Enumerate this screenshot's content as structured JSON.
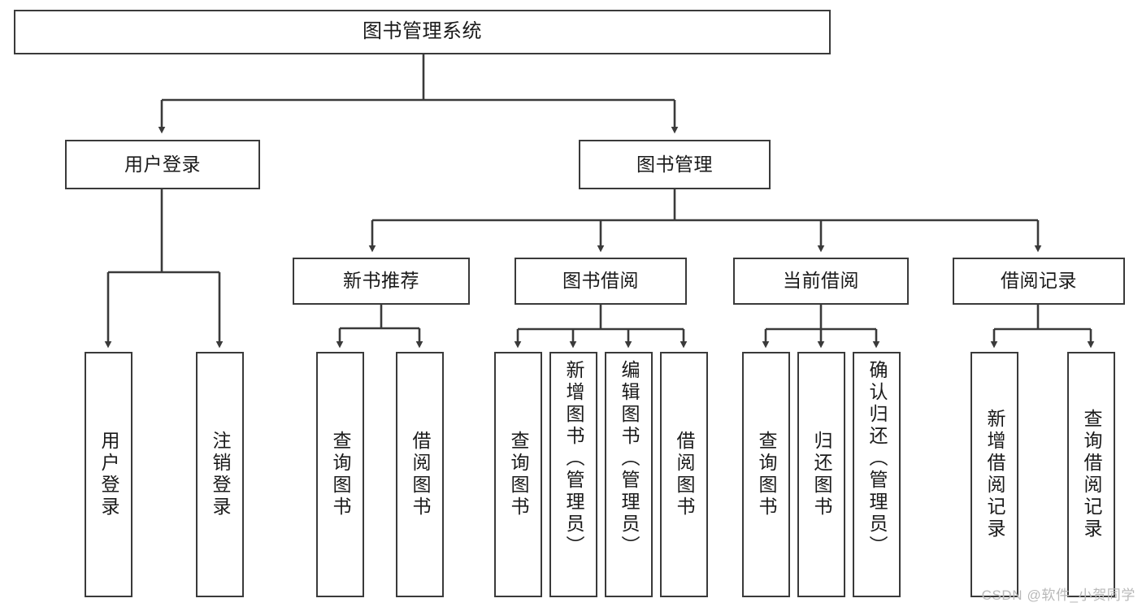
{
  "diagram": {
    "title": "图书管理系统",
    "type": "hierarchy-tree",
    "watermark": "CSDN @软件_小贺同学",
    "colors": {
      "box_border": "#3a3a3a",
      "box_fill": "#ffffff",
      "line": "#3a3a3a",
      "text": "#1a1a1a",
      "watermark": "#b9b9b9"
    },
    "root": {
      "label": "图书管理系统"
    },
    "level2": [
      {
        "id": "user-login",
        "label": "用户登录"
      },
      {
        "id": "book-management",
        "label": "图书管理"
      }
    ],
    "level3": [
      {
        "id": "new-book-recommend",
        "label": "新书推荐",
        "parent": "book-management"
      },
      {
        "id": "book-borrow",
        "label": "图书借阅",
        "parent": "book-management"
      },
      {
        "id": "current-borrow",
        "label": "当前借阅",
        "parent": "book-management"
      },
      {
        "id": "borrow-record",
        "label": "借阅记录",
        "parent": "book-management"
      }
    ],
    "leaves": {
      "user-login": [
        {
          "id": "leaf-user-login",
          "label": "用户登录"
        },
        {
          "id": "leaf-logout",
          "label": "注销登录"
        }
      ],
      "new-book-recommend": [
        {
          "id": "leaf-query-book-1",
          "label": "查询图书"
        },
        {
          "id": "leaf-borrow-book-1",
          "label": "借阅图书"
        }
      ],
      "book-borrow": [
        {
          "id": "leaf-query-book-2",
          "label": "查询图书"
        },
        {
          "id": "leaf-add-book",
          "label": "新增图书（管理员）"
        },
        {
          "id": "leaf-edit-book",
          "label": "编辑图书（管理员）"
        },
        {
          "id": "leaf-borrow-book-2",
          "label": "借阅图书"
        }
      ],
      "current-borrow": [
        {
          "id": "leaf-query-book-3",
          "label": "查询图书"
        },
        {
          "id": "leaf-return-book",
          "label": "归还图书"
        },
        {
          "id": "leaf-confirm-return",
          "label": "确认归还（管理员）"
        }
      ],
      "borrow-record": [
        {
          "id": "leaf-add-record",
          "label": "新增借阅记录"
        },
        {
          "id": "leaf-query-record",
          "label": "查询借阅记录"
        }
      ]
    }
  }
}
